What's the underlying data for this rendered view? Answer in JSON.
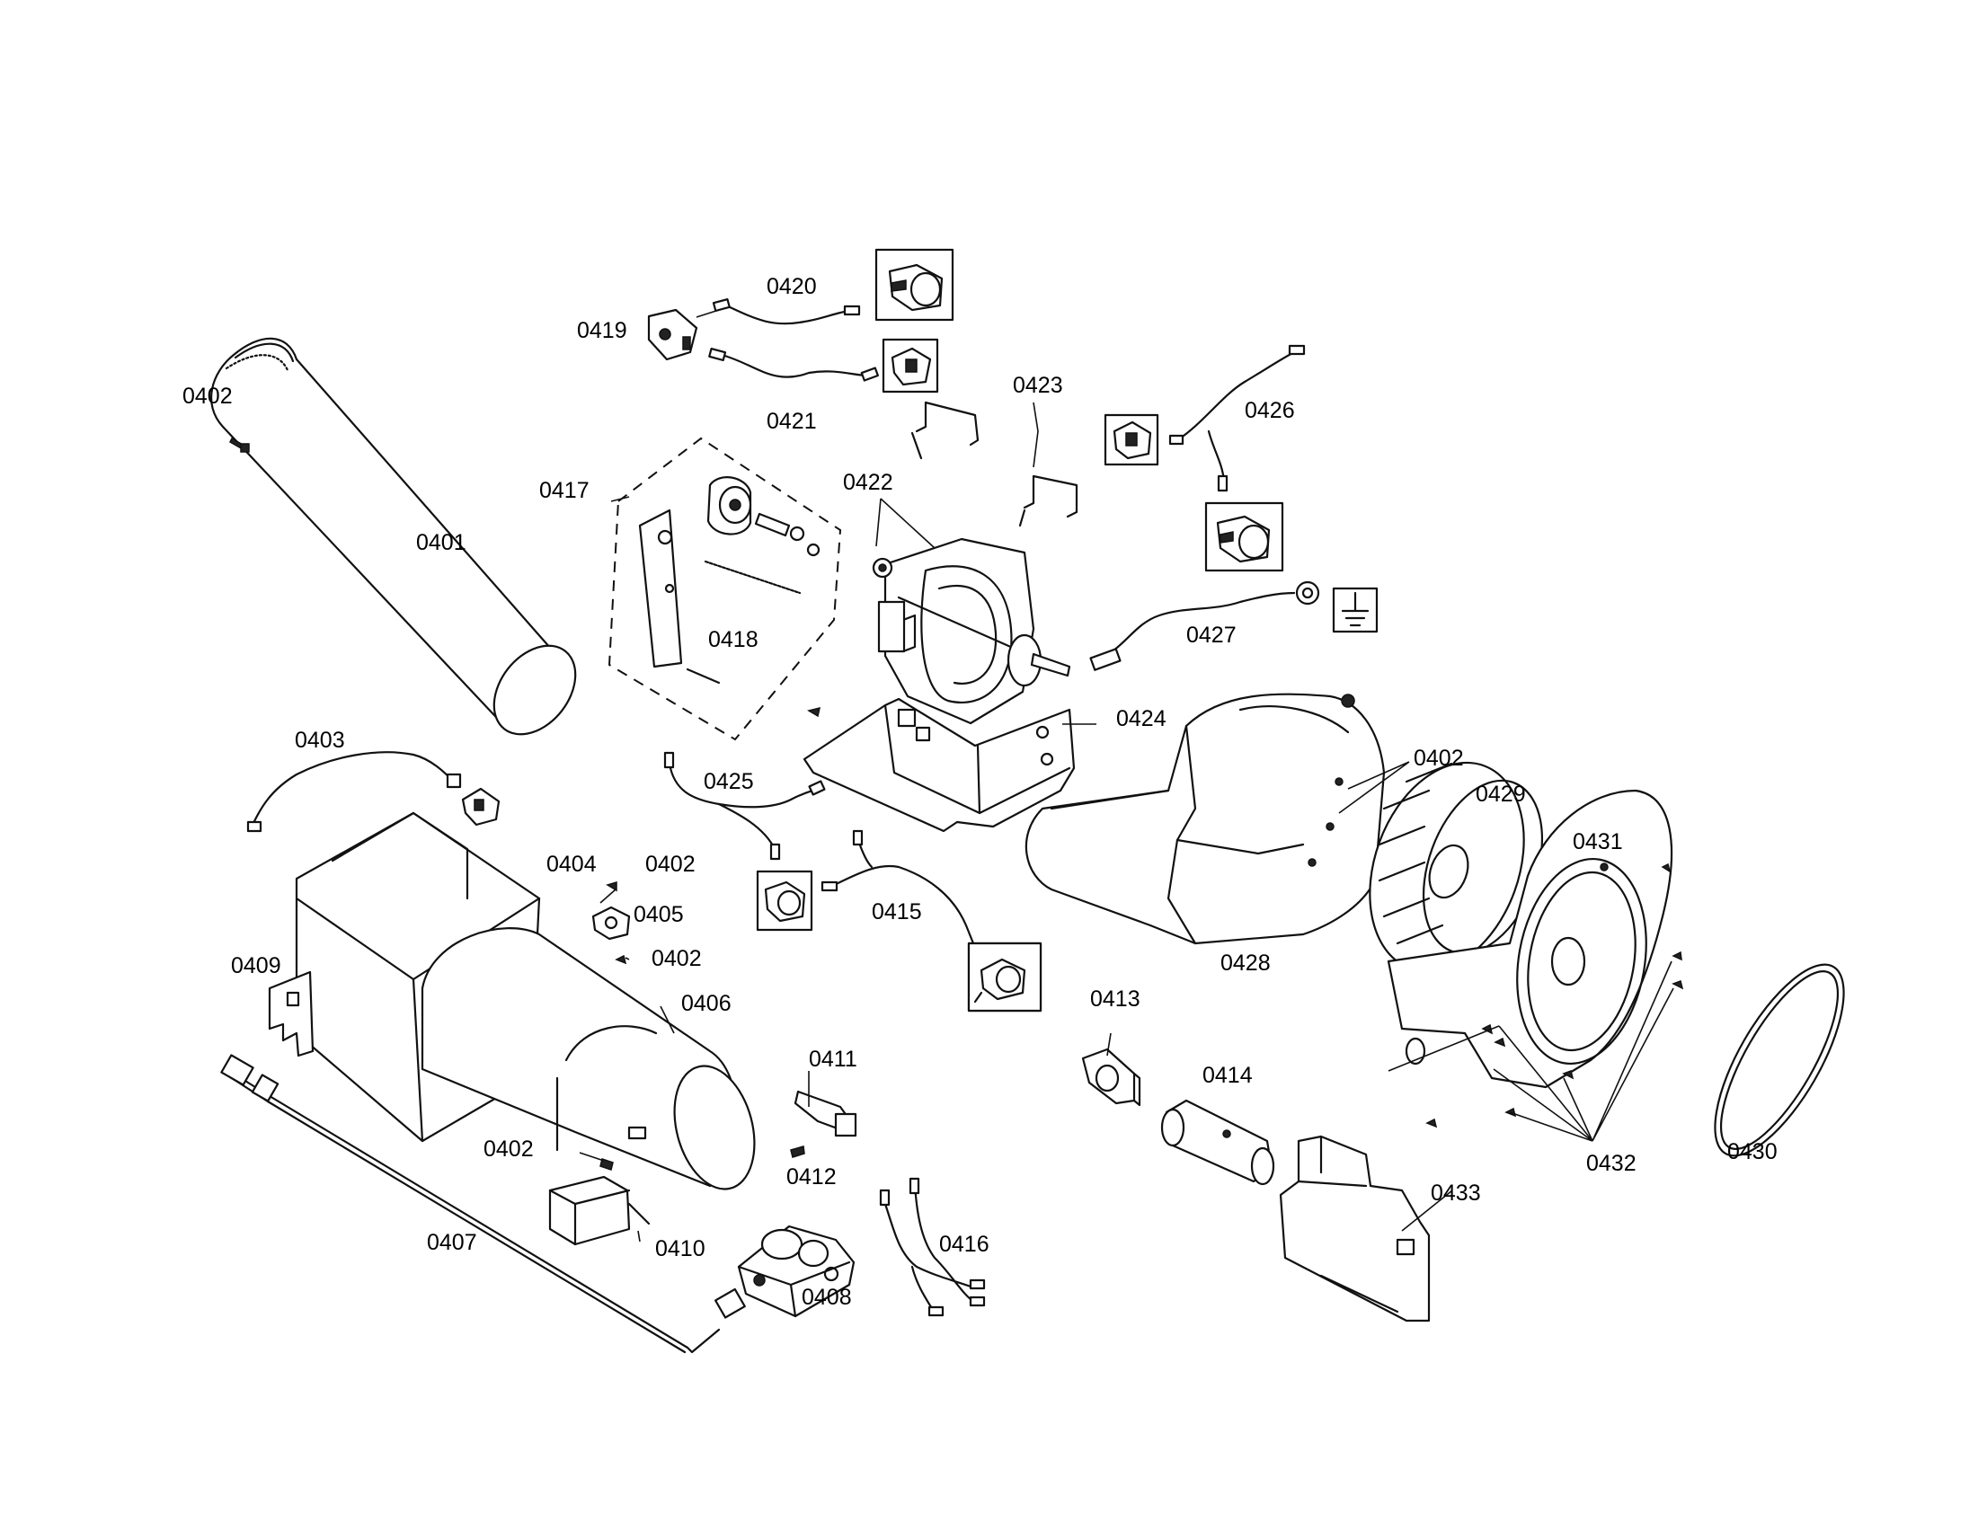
{
  "labels": {
    "p0401": "0401",
    "p0402": "0402",
    "p0403": "0403",
    "p0404": "0404",
    "p0405": "0405",
    "p0406": "0406",
    "p0407": "0407",
    "p0408": "0408",
    "p0409": "0409",
    "p0410": "0410",
    "p0411": "0411",
    "p0412": "0412",
    "p0413": "0413",
    "p0414": "0414",
    "p0415": "0415",
    "p0416": "0416",
    "p0417": "0417",
    "p0418": "0418",
    "p0419": "0419",
    "p0420": "0420",
    "p0421": "0421",
    "p0422": "0422",
    "p0423": "0423",
    "p0424": "0424",
    "p0425": "0425",
    "p0426": "0426",
    "p0427": "0427",
    "p0428": "0428",
    "p0429": "0429",
    "p0430": "0430",
    "p0431": "0431",
    "p0432": "0432",
    "p0433": "0433"
  },
  "icons": [
    "ground-symbol-icon",
    "thermostat-inset-icon",
    "connector-inset-icon"
  ]
}
